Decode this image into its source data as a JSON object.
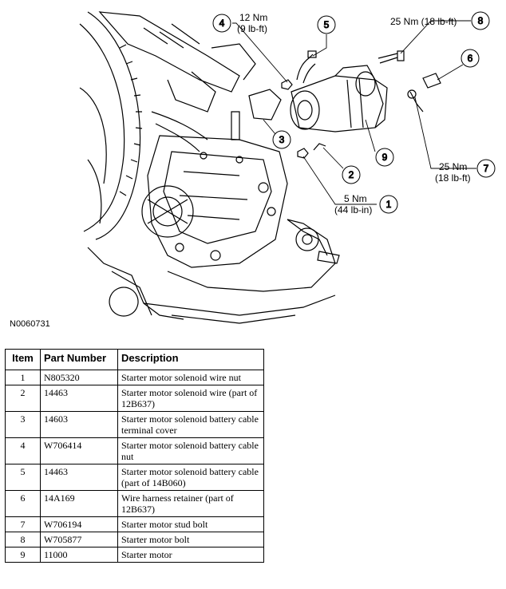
{
  "figure": {
    "id": "N0060731",
    "callouts": [
      {
        "num": "1",
        "torque": "5 Nm",
        "torque_alt": "(44 lb-in)"
      },
      {
        "num": "2"
      },
      {
        "num": "3"
      },
      {
        "num": "4",
        "torque": "12 Nm",
        "torque_alt": "(9 lb-ft)"
      },
      {
        "num": "5"
      },
      {
        "num": "6"
      },
      {
        "num": "7",
        "torque": "25 Nm",
        "torque_alt": "(18 lb-ft)"
      },
      {
        "num": "8",
        "torque": "25 Nm (18 lb-ft)"
      },
      {
        "num": "9"
      }
    ]
  },
  "table": {
    "headers": [
      "Item",
      "Part Number",
      "Description"
    ],
    "rows": [
      {
        "item": "1",
        "part": "N805320",
        "desc": "Starter motor solenoid wire nut"
      },
      {
        "item": "2",
        "part": "14463",
        "desc": "Starter motor solenoid wire (part of 12B637)"
      },
      {
        "item": "3",
        "part": "14603",
        "desc": "Starter motor solenoid battery cable terminal cover"
      },
      {
        "item": "4",
        "part": "W706414",
        "desc": "Starter motor solenoid battery cable nut"
      },
      {
        "item": "5",
        "part": "14463",
        "desc": "Starter motor solenoid battery cable (part of 14B060)"
      },
      {
        "item": "6",
        "part": "14A169",
        "desc": "Wire harness retainer (part of 12B637)"
      },
      {
        "item": "7",
        "part": "W706194",
        "desc": "Starter motor stud bolt"
      },
      {
        "item": "8",
        "part": "W705877",
        "desc": "Starter motor bolt"
      },
      {
        "item": "9",
        "part": "11000",
        "desc": "Starter motor"
      }
    ]
  }
}
